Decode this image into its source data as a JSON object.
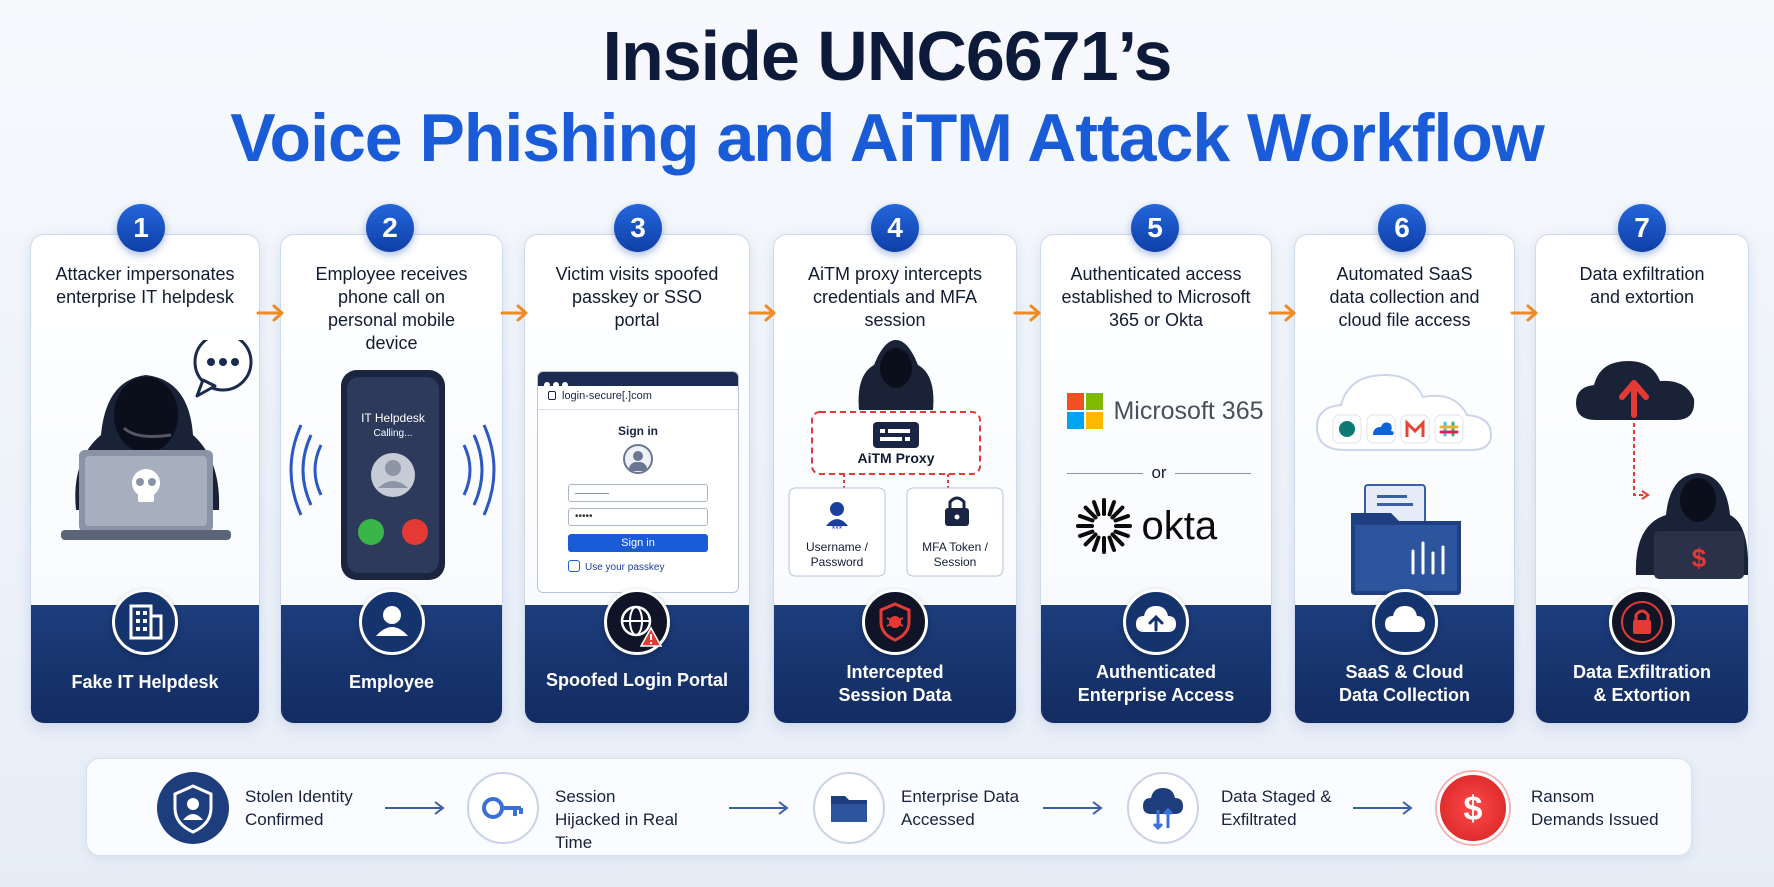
{
  "title": {
    "line1": "Inside UNC6671’s",
    "line2": "Voice Phishing and AiTM Attack Workflow"
  },
  "colors": {
    "navy": "#132c62",
    "accent_blue": "#1a5bd8",
    "arrow_orange": "#f08a24",
    "alert_red": "#e53935"
  },
  "steps": [
    {
      "number": "1",
      "caption": "Attacker impersonates enterprise IT helpdesk",
      "label": "Fake IT Helpdesk",
      "icon": "building-icon"
    },
    {
      "number": "2",
      "caption": "Employee receives phone call on personal mobile device",
      "label": "Employee",
      "icon": "user-icon",
      "phone": {
        "caller": "IT Helpdesk",
        "status": "Calling..."
      }
    },
    {
      "number": "3",
      "caption": "Victim visits spoofed passkey or SSO portal",
      "label": "Spoofed Login Portal",
      "icon": "globe-warning-icon",
      "portal": {
        "url": "login-secure[.]com",
        "heading": "Sign in",
        "password_mask": "•••••",
        "button": "Sign in",
        "passkey": "Use your passkey"
      }
    },
    {
      "number": "4",
      "caption": "AiTM proxy intercepts credentials and MFA session",
      "label": "Intercepted Session Data",
      "icon": "shield-bug-icon",
      "proxy": {
        "name": "AiTM Proxy",
        "left_box": "Username / Password",
        "right_box": "MFA Token / Session"
      }
    },
    {
      "number": "5",
      "caption": "Authenticated access established to Microsoft 365 or Okta",
      "label": "Authenticated Enterprise Access",
      "icon": "cloud-upload-icon",
      "brands": {
        "first": "Microsoft 365",
        "or": "or",
        "second": "okta"
      }
    },
    {
      "number": "6",
      "caption": "Automated SaaS data collection and cloud file access",
      "label": "SaaS & Cloud Data Collection",
      "icon": "cloud-icon"
    },
    {
      "number": "7",
      "caption": "Data exfiltration and extortion",
      "label": "Data Exfiltration & Extortion",
      "icon": "lock-icon"
    }
  ],
  "bottom_flow": [
    {
      "label": "Stolen Identity Confirmed",
      "icon": "shield-user-icon"
    },
    {
      "label": "Session Hijacked in Real Time",
      "icon": "key-icon"
    },
    {
      "label": "Enterprise Data Accessed",
      "icon": "folder-icon"
    },
    {
      "label": "Data Staged & Exfiltrated",
      "icon": "cloud-transfer-icon"
    },
    {
      "label": "Ransom Demands Issued",
      "icon": "dollar-icon"
    }
  ]
}
